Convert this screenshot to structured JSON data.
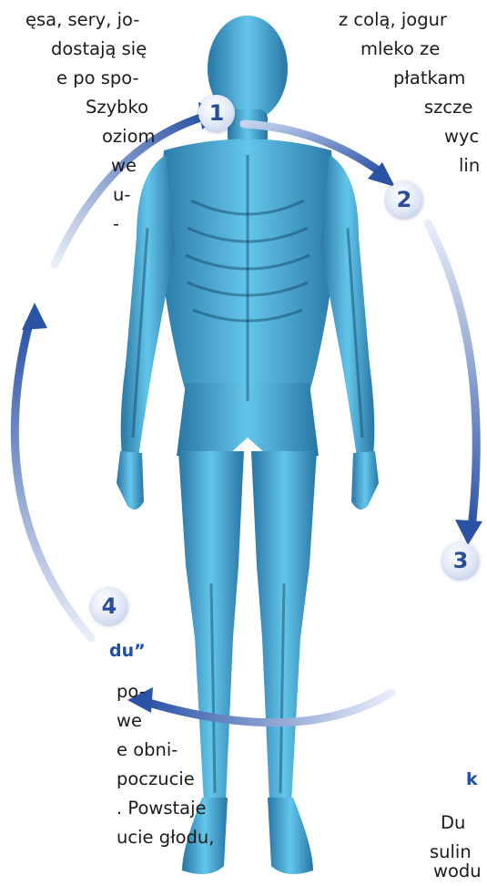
{
  "left_top_lines": [
    "ęsa, sery, jo-",
    "dostają się",
    "e po spo-",
    "Szybko",
    "oziom",
    "we",
    "u-",
    "-"
  ],
  "right_top_lines": [
    "z colą, jogur",
    "mleko ze",
    "płatkam",
    "szcze",
    "wyc",
    "lin"
  ],
  "left_bottom_heading": "du”",
  "left_bottom_lines": [
    "po-",
    "we",
    "e obni-",
    "poczucie",
    ". Powstaje",
    "ucie głodu,"
  ],
  "right_bottom_heading": "k",
  "right_bottom_lines": [
    "Du",
    "sulin",
    "wodu"
  ],
  "steps": [
    "1",
    "2",
    "3",
    "4"
  ],
  "colors": {
    "arrow": "#2a53a6",
    "body": "#3aa7d6",
    "heading": "#1f4fa6"
  },
  "icons": {
    "figure": "human-skeleton-illustration",
    "cycle": "circular-arrow-cycle"
  }
}
